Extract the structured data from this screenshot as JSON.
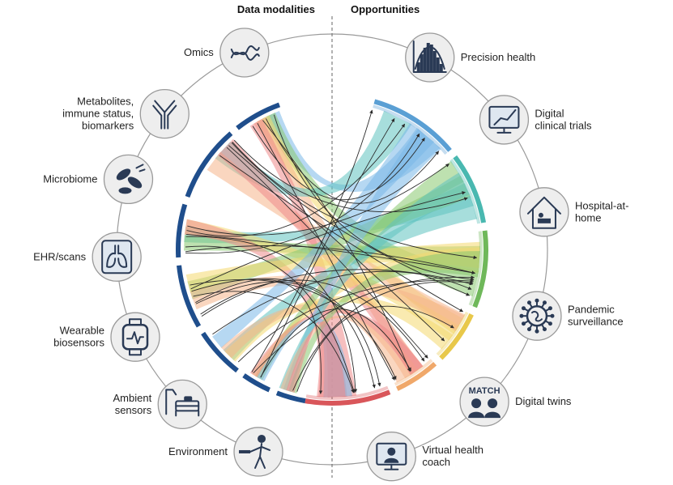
{
  "headers": {
    "left": "Data modalities",
    "right": "Opportunities"
  },
  "modalities": [
    {
      "label_lines": [
        "Omics"
      ],
      "icon": "dna-icon"
    },
    {
      "label_lines": [
        "Metabolites,",
        "immune status,",
        "biomarkers"
      ],
      "icon": "antibody-icon"
    },
    {
      "label_lines": [
        "Microbiome"
      ],
      "icon": "bacteria-icon"
    },
    {
      "label_lines": [
        "EHR/scans"
      ],
      "icon": "lungs-scan-icon"
    },
    {
      "label_lines": [
        "Wearable",
        "biosensors"
      ],
      "icon": "smartwatch-icon"
    },
    {
      "label_lines": [
        "Ambient",
        "sensors"
      ],
      "icon": "bed-sensor-icon"
    },
    {
      "label_lines": [
        "Environment"
      ],
      "icon": "smoking-person-icon"
    }
  ],
  "opportunities": [
    {
      "label_lines": [
        "Precision health"
      ],
      "icon": "histogram-icon",
      "color": "#5a9fd4"
    },
    {
      "label_lines": [
        "Digital",
        "clinical trials"
      ],
      "icon": "monitor-chart-icon",
      "color": "#49b8b0"
    },
    {
      "label_lines": [
        "Hospital-at-",
        "home"
      ],
      "icon": "house-bed-icon",
      "color": "#6fb85a"
    },
    {
      "label_lines": [
        "Pandemic",
        "surveillance"
      ],
      "icon": "virus-icon",
      "color": "#e8c84a"
    },
    {
      "label_lines": [
        "Digital twins"
      ],
      "icon": "twins-icon",
      "color": "#f0a86a"
    },
    {
      "label_lines": [
        "Virtual health",
        "coach"
      ],
      "icon": "computer-coach-icon",
      "color": "#d9565a"
    }
  ],
  "match_badge": "MATCH",
  "colors": {
    "left_arc": "#1f4e8c",
    "ribbon_palette": [
      "#7ab8e8",
      "#5fc3c0",
      "#88c870",
      "#f4d870",
      "#f5b58a",
      "#ee8a8a"
    ]
  }
}
